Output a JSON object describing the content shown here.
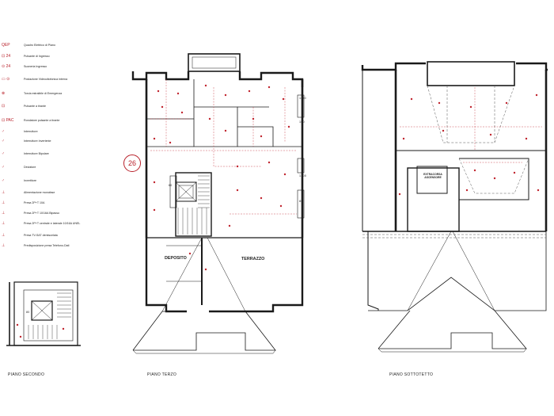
{
  "legend": {
    "items": [
      {
        "symbol": "QEP",
        "label": "Quadro Elettrico di Piano"
      },
      {
        "symbol": "⊡ 24",
        "label": "Pulsante di Ingresso"
      },
      {
        "symbol": "⊙ 24",
        "label": "Suoneria Ingresso"
      },
      {
        "symbol": "▭ ⊙",
        "label": "Postazione Videocitofonica interna"
      },
      {
        "symbol": "⊗",
        "label": "Torcia estraibile di Emergenza"
      },
      {
        "symbol": "⊡",
        "label": "Pulsante a tirante"
      },
      {
        "symbol": "⊡ PAC",
        "label": "Rondatore pulsante a tirante"
      },
      {
        "symbol": "♂",
        "label": "Interruttore"
      },
      {
        "symbol": "♂",
        "label": "Interruttore Invertente"
      },
      {
        "symbol": "♂",
        "label": "Interruttore Bipolare"
      },
      {
        "symbol": "♂",
        "label": "Deviatore"
      },
      {
        "symbol": "♂",
        "label": "Invertitore"
      },
      {
        "symbol": "⊥",
        "label": "Alimentazione monofase"
      },
      {
        "symbol": "⊥",
        "label": "Presa 2P+T 10A"
      },
      {
        "symbol": "⊥",
        "label": "Presa 2P+T 10/16A Bipasso"
      },
      {
        "symbol": "⊥",
        "label": "Presa 2P+T centrale e laterale 10/16A UNEL"
      },
      {
        "symbol": "⊥",
        "label": "Presa TV-SAT demiscelata"
      },
      {
        "symbol": "⊥",
        "label": "Predisposizione presa Telefono-Dati"
      }
    ]
  },
  "badge": "26",
  "rooms": {
    "deposito": "DEPOSITO",
    "terrazzo": "TERRAZZO",
    "extracorsa": "EXTRACORSA\nASCENSORE"
  },
  "plans": {
    "secondo": "PIANO SECONDO",
    "terzo": "PIANO TERZO",
    "sottotetto": "PIANO SOTTOTETTO"
  },
  "dims": {
    "d1": "1150",
    "d2": "160",
    "d3": "1300",
    "d4": "80",
    "d5": "60",
    "d6": "80"
  },
  "colors": {
    "line": "#1a1a1a",
    "electrical": "#c0242e",
    "dashed": "#555555"
  }
}
